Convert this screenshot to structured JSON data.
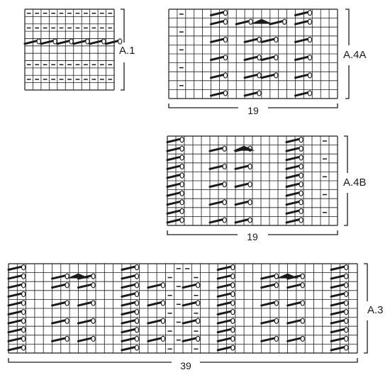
{
  "charts": {
    "a1": {
      "label": "A.1",
      "cols": 11,
      "rows": 11,
      "rows_data": [
        {
          "type": "purl",
          "cols": "all"
        },
        {
          "type": "plain"
        },
        {
          "type": "purl",
          "cols": "all"
        },
        {
          "type": "plain"
        },
        {
          "type": "cross",
          "cols": [
            0,
            2,
            4,
            6,
            8,
            10
          ],
          "span": 2
        },
        {
          "type": "plain"
        },
        {
          "type": "plain"
        },
        {
          "type": "purl",
          "cols": "all"
        },
        {
          "type": "plain"
        },
        {
          "type": "purl",
          "cols": "all"
        },
        {
          "type": "plain"
        }
      ]
    },
    "a4a": {
      "label": "A.4A",
      "stitch_count": "19",
      "cols": 20,
      "rows": 10
    },
    "a4b": {
      "label": "A.4B",
      "stitch_count": "19",
      "cols": 20,
      "rows": 10
    },
    "a3": {
      "label": "A.3",
      "stitch_count": "39",
      "cols": 40,
      "rows": 10
    }
  },
  "colors": {
    "line": "#1a1a1a",
    "background": "#ffffff"
  }
}
